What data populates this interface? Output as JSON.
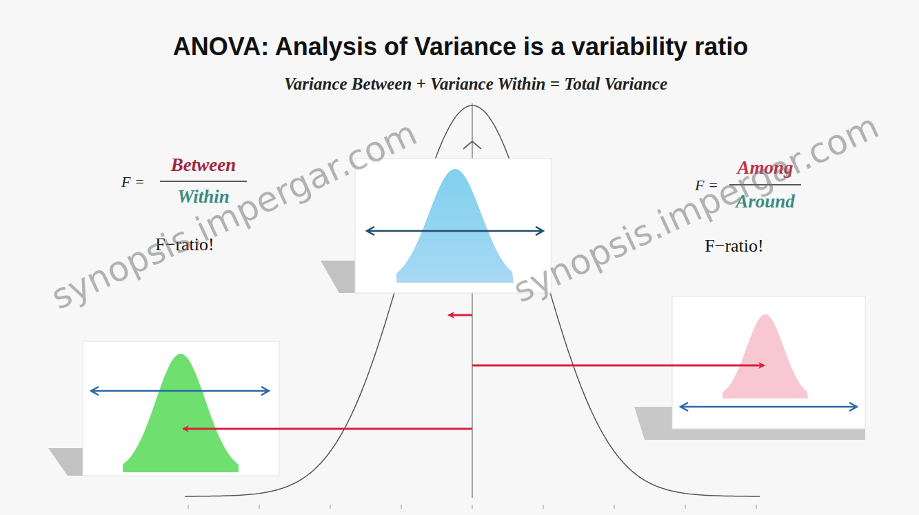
{
  "diagram": {
    "title": "ANOVA: Analysis of Variance is a variability ratio",
    "labels": [
      "Variance Between + Variance Within = Total Variance",
      "F =",
      "Between",
      "Within",
      "F−ratio!",
      "F =",
      "Among",
      "Around",
      "F−ratio!",
      "synopsis.impergar.com",
      "synopsis.impergar.com"
    ]
  }
}
